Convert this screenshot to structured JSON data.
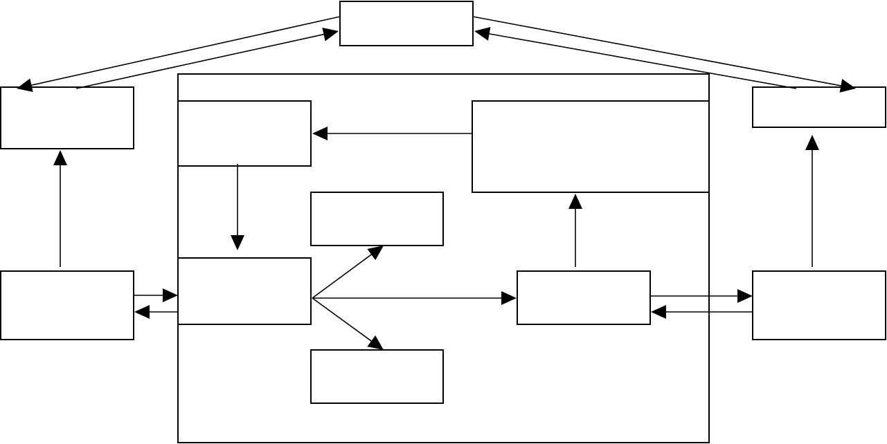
{
  "diagram": {
    "colors": {
      "stroke": "#000000",
      "background": "#ffffff"
    },
    "boxes": [
      {
        "id": "top-box",
        "label": ""
      },
      {
        "id": "left-top-box",
        "label": ""
      },
      {
        "id": "right-top-box",
        "label": ""
      },
      {
        "id": "outer-container",
        "label": ""
      },
      {
        "id": "inner-top-left-box",
        "label": ""
      },
      {
        "id": "inner-top-right-box",
        "label": ""
      },
      {
        "id": "inner-mid-box",
        "label": ""
      },
      {
        "id": "inner-central-box",
        "label": ""
      },
      {
        "id": "inner-bottom-box",
        "label": ""
      },
      {
        "id": "inner-right-box",
        "label": ""
      },
      {
        "id": "left-bottom-box",
        "label": ""
      },
      {
        "id": "right-bottom-box",
        "label": ""
      }
    ],
    "connectors": [
      {
        "id": "top-box-to-left-top-box",
        "from": "top-box",
        "to": "left-top-box"
      },
      {
        "id": "left-top-box-to-top-box",
        "from": "left-top-box",
        "to": "top-box"
      },
      {
        "id": "top-box-to-right-top-box",
        "from": "top-box",
        "to": "right-top-box"
      },
      {
        "id": "right-top-box-to-top-box",
        "from": "right-top-box",
        "to": "top-box"
      },
      {
        "id": "left-bottom-box-to-left-top-box",
        "from": "left-bottom-box",
        "to": "left-top-box"
      },
      {
        "id": "right-bottom-box-to-right-top-box",
        "from": "right-bottom-box",
        "to": "right-top-box"
      },
      {
        "id": "inner-top-right-box-to-inner-top-left-box",
        "from": "inner-top-right-box",
        "to": "inner-top-left-box"
      },
      {
        "id": "inner-top-left-box-to-inner-central-box",
        "from": "inner-top-left-box",
        "to": "inner-central-box"
      },
      {
        "id": "inner-right-box-to-inner-top-right-box",
        "from": "inner-right-box",
        "to": "inner-top-right-box"
      },
      {
        "id": "inner-central-box-to-inner-mid-box",
        "from": "inner-central-box",
        "to": "inner-mid-box"
      },
      {
        "id": "inner-central-box-to-inner-bottom-box",
        "from": "inner-central-box",
        "to": "inner-bottom-box"
      },
      {
        "id": "inner-central-box-to-inner-right-box",
        "from": "inner-central-box",
        "to": "inner-right-box"
      },
      {
        "id": "left-bottom-box-to-inner-central-box",
        "from": "left-bottom-box",
        "to": "inner-central-box"
      },
      {
        "id": "inner-central-box-to-left-bottom-box",
        "from": "inner-central-box",
        "to": "left-bottom-box"
      },
      {
        "id": "inner-right-box-to-right-bottom-box",
        "from": "inner-right-box",
        "to": "right-bottom-box"
      },
      {
        "id": "right-bottom-box-to-inner-right-box",
        "from": "right-bottom-box",
        "to": "inner-right-box"
      }
    ]
  }
}
